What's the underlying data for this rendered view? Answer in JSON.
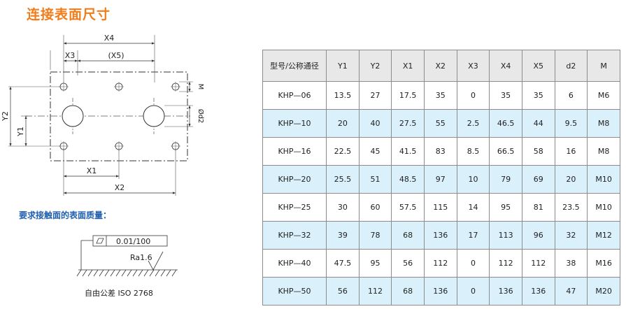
{
  "title": "连接表面尺寸",
  "drawing": {
    "dim_labels": {
      "x4": "X4",
      "x3": "X3",
      "x5": "(X5)",
      "x1": "X1",
      "x2": "X2",
      "y1": "Y1",
      "y2": "Y2",
      "m": "M",
      "d2": "Ød2"
    }
  },
  "quality": {
    "title": "要求接触面的表面质量：",
    "flatness": "0.01/100",
    "roughness": "Ra1.6",
    "tolerance_note": "自由公差 ISO 2768"
  },
  "table": {
    "headers": [
      "型号/公称通径",
      "Y1",
      "Y2",
      "X1",
      "X2",
      "X3",
      "X4",
      "X5",
      "d2",
      "M"
    ],
    "rows": [
      [
        "KHP—06",
        "13.5",
        "27",
        "17.5",
        "35",
        "0",
        "35",
        "35",
        "6",
        "M6"
      ],
      [
        "KHP—10",
        "20",
        "40",
        "27.5",
        "55",
        "2.5",
        "46.5",
        "44",
        "9.5",
        "M8"
      ],
      [
        "KHP—16",
        "22.5",
        "45",
        "41.5",
        "83",
        "8.5",
        "66.5",
        "58",
        "16",
        "M8"
      ],
      [
        "KHP—20",
        "25.5",
        "51",
        "48.5",
        "97",
        "10",
        "79",
        "69",
        "20",
        "M10"
      ],
      [
        "KHP—25",
        "30",
        "60",
        "57.5",
        "115",
        "14",
        "95",
        "81",
        "23.5",
        "M10"
      ],
      [
        "KHP—32",
        "39",
        "78",
        "68",
        "136",
        "17",
        "113",
        "96",
        "32",
        "M12"
      ],
      [
        "KHP—40",
        "47.5",
        "95",
        "56",
        "112",
        "0",
        "112",
        "112",
        "38",
        "M16"
      ],
      [
        "KHP—50",
        "56",
        "112",
        "68",
        "136",
        "0",
        "136",
        "136",
        "47",
        "M20"
      ]
    ]
  },
  "colors": {
    "title": "#f07c1a",
    "quality_title": "#1f5fae",
    "row_stripe": "#daf0fa",
    "header_bg": "#e8e8e8"
  }
}
